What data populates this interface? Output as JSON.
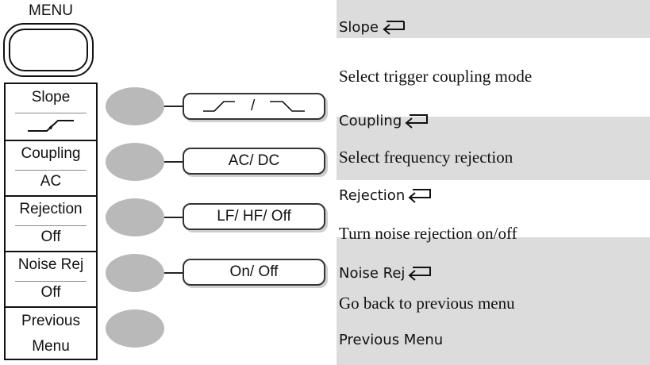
{
  "menu_key": {
    "label": "MENU"
  },
  "soft_menu": {
    "slope": {
      "title": "Slope"
    },
    "coupling": {
      "title": "Coupling",
      "value": "AC"
    },
    "rejection": {
      "title": "Rejection",
      "value": "Off"
    },
    "noise_rej": {
      "title": "Noise Rej",
      "value": "Off"
    },
    "previous": {
      "line1": "Previous",
      "line2": "Menu"
    }
  },
  "options": {
    "slope": "/",
    "coupling": "AC/ DC",
    "rejection": "LF/ HF/ Off",
    "noise_rej": "On/ Off"
  },
  "descriptions": {
    "slope_title": "Slope",
    "coupling_desc": "Select trigger coupling mode",
    "coupling_title": "Coupling",
    "rejection_desc": "Select frequency rejection",
    "rejection_title": "Rejection",
    "noise_desc": "Turn noise rejection on/off",
    "noise_title": "Noise Rej",
    "previous_desc": "Go back to previous menu",
    "previous_title": "Previous Menu"
  },
  "colors": {
    "band": "#dcdcdc",
    "soft_key": "#b9b9b9"
  }
}
